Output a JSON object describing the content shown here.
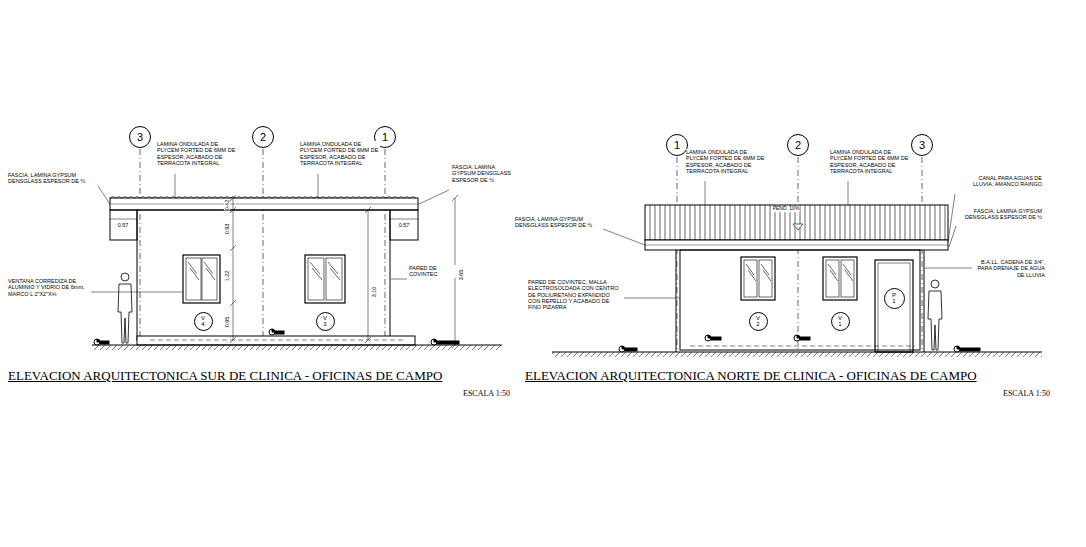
{
  "diagram": {
    "nodes": [
      {
        "text": [
          "3"
        ]
      },
      {
        "text": [
          "2"
        ]
      },
      {
        "text": [
          "1"
        ]
      },
      {
        "text": [
          "V 4"
        ]
      },
      {
        "text": [
          "V 3"
        ]
      },
      {
        "text": [
          "1"
        ]
      },
      {
        "text": [
          "2"
        ]
      },
      {
        "text": [
          "3"
        ]
      },
      {
        "text": [
          "V 2"
        ]
      },
      {
        "text": [
          "V 1"
        ]
      },
      {
        "text": [
          "P 1"
        ]
      }
    ],
    "labels": [
      "LAMINA ONDULADA DE PLYCEM FORTED DE 6MM DE ESPESOR, ACABADO DE TERRACOTA INTEGRAL",
      "LAMINA ONDULADA DE PLYCEM FORTED DE 6MM DE ESPESOR, ACABADO DE TERRACOTA INTEGRAL",
      "FASCIA, LAMINA GYPSUM DENSGLASS ESPESOR DE ½",
      "FASCIA, LAMINA GYPSUM DENSGLASS ESPESOR DE ½",
      "0.57",
      "0.57",
      "0.42",
      "0.93",
      "1.22",
      "0.95",
      "3.10",
      "3.65",
      "VENTANA CORREDIZA DE ALUMINIO Y VIDRIO DE 6mm, MARCO L 2\"X2\"X⅛",
      "PARED DE COVINTEC",
      "ELEVACION ARQUITECTONICA SUR DE CLINICA - OFICINAS DE CAMPO",
      "ESCALA 1:50",
      "LAMINA ONDULADA DE PLYCEM FORTED DE 6MM DE ESPESOR, ACABADO DE TERRACOTA INTEGRAL",
      "LAMINA ONDULADA DE PLYCEM FORTED DE 6MM DE ESPESOR, ACABADO DE TERRACOTA INTEGRAL",
      "CANAL PARA AGUAS DE LLUVIA, AMANCO RAINGO",
      "FASCIA, LAMINA GYPSUM DENSGLASS ESPESOR DE ½",
      "FASCIA, LAMINA GYPSUM DENSGLASS ESPESOR DE ½",
      "B.A.LL. CADENA DE 3/4\", PARA DRENAJE DE AGUA DE LLUVIA",
      "PARED DE COVINTEC, MALLA ELECTROSOLDADA CON CENTRO DE POLIURETANO EXPANDIDO CON REPELLO Y ACABADO DE FINO PIZARRA",
      "PEND. 10%",
      "ELEVACION ARQUITECTONICA NORTE DE CLINICA - OFICINAS DE CAMPO",
      "ESCALA 1:50"
    ]
  }
}
